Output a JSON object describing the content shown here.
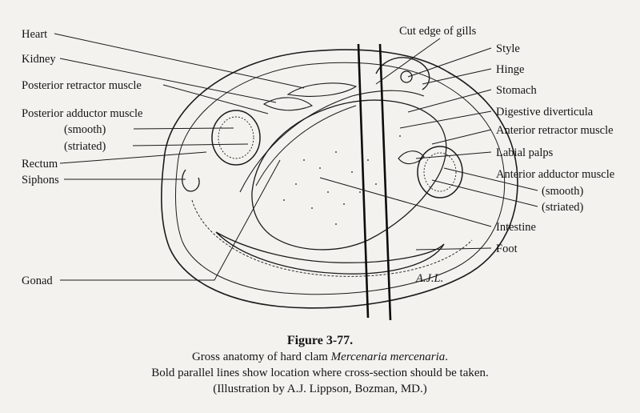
{
  "labels": {
    "heart": "Heart",
    "kidney": "Kidney",
    "posterior_retractor": "Posterior retractor muscle",
    "posterior_adductor": "Posterior adductor muscle",
    "post_smooth": "(smooth)",
    "post_striated": "(striated)",
    "rectum": "Rectum",
    "siphons": "Siphons",
    "gonad": "Gonad",
    "cut_edge": "Cut edge of gills",
    "style": "Style",
    "hinge": "Hinge",
    "stomach": "Stomach",
    "digestive_diverticula": "Digestive diverticula",
    "anterior_retractor": "Anterior retractor muscle",
    "labial_palps": "Labial palps",
    "anterior_adductor": "Anterior adductor muscle",
    "ant_smooth": "(smooth)",
    "ant_striated": "(striated)",
    "intestine": "Intestine",
    "foot": "Foot"
  },
  "artist_mark": "A.J.L.",
  "caption": {
    "title": "Figure 3-77.",
    "line1_prefix": "Gross anatomy of hard clam ",
    "line1_species": "Mercenaria mercenaria",
    "line1_suffix": ".",
    "line2": "Bold parallel lines show location where cross-section should be taken.",
    "line3": "(Illustration by A.J. Lippson, Bozman, MD.)"
  }
}
